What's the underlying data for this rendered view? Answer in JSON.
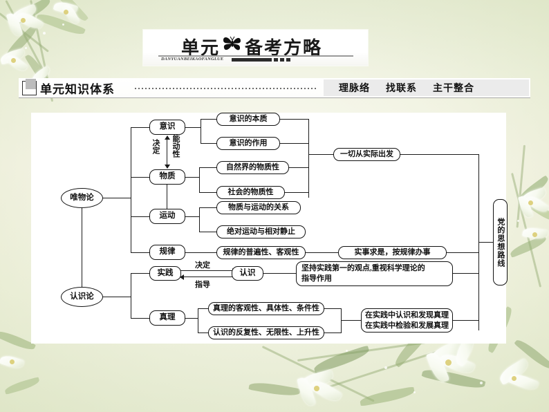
{
  "banner": {
    "title_left": "单元",
    "title_right": "备考方略",
    "icon": "butterfly-icon",
    "pinyin": "DANYUANBEIKAOFANGLUE"
  },
  "section": {
    "title": "单元知识体系",
    "tags": [
      "理脉络",
      "找联系",
      "主干整合"
    ]
  },
  "diagram": {
    "roots": {
      "materialism": "唯物论",
      "epistemology": "认识论"
    },
    "branches": {
      "consciousness": "意识",
      "matter": "物质",
      "motion": "运动",
      "law": "规律",
      "practice": "实践",
      "cognition": "认识",
      "truth": "真理"
    },
    "relations": {
      "determine_vertical": "决定",
      "dynamism_vertical": "能动性",
      "determine_top": "决定",
      "guide_bottom": "指导"
    },
    "leaves": {
      "consciousness_essence": "意识的本质",
      "consciousness_function": "意识的作用",
      "nature_materiality": "自然界的物质性",
      "society_materiality": "社会的物质性",
      "matter_motion_relation": "物质与运动的关系",
      "absolute_relative": "绝对运动与相对静止",
      "law_universal_objective": "规律的普遍性、客观性",
      "truth_attributes": "真理的客观性、具体性、条件性",
      "cognition_attributes": "认识的反复性、无限性、上升性"
    },
    "conclusions": {
      "start_from_reality": "一切从实际出发",
      "seek_truth": "实事求是，按规律办事",
      "practice_first": "坚持实践第一的观点,重视科学理论的\n指导作用",
      "truth_in_practice": "在实践中认识和发现真理\n在实践中检验和发展真理",
      "party_line_vertical": "党的思想路线"
    }
  },
  "colors": {
    "panel": "#ffffff",
    "line": "#1a1a1a",
    "background": "#eef0d8",
    "tag_bar": "#ebebeb"
  }
}
